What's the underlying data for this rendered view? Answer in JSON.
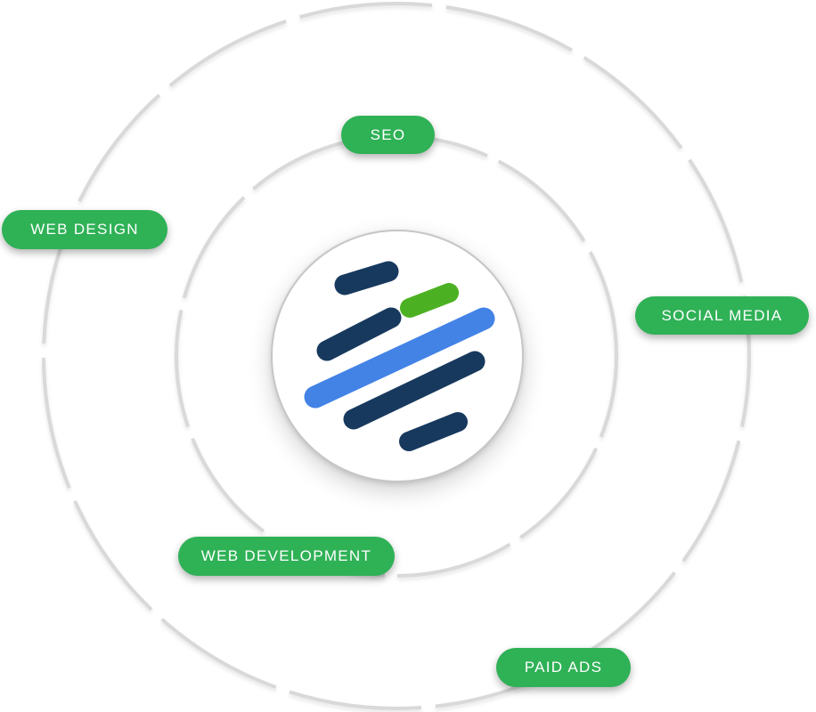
{
  "diagram": {
    "name": "digital-marketing-services-orbit",
    "background_color": "#ffffff",
    "orbit": {
      "ring_color": "#d9d9d9",
      "ring_count": 2
    },
    "center_logo": {
      "circle_fill": "#ffffff",
      "circle_border_color": "#c6c6c6",
      "stripe_colors": {
        "navy": "#17395e",
        "blue": "#4383e6",
        "green": "#4cb122"
      }
    },
    "badge_style": {
      "fill": "#2fb156",
      "text_color": "#ffffff"
    },
    "badges": [
      {
        "id": "seo",
        "label": "SEO",
        "orbit": "inner"
      },
      {
        "id": "web-design",
        "label": "WEB DESIGN",
        "orbit": "outer"
      },
      {
        "id": "social-media",
        "label": "SOCIAL MEDIA",
        "orbit": "outer"
      },
      {
        "id": "web-development",
        "label": "WEB DEVELOPMENT",
        "orbit": "inner"
      },
      {
        "id": "paid-ads",
        "label": "PAID ADS",
        "orbit": "outer"
      }
    ]
  }
}
